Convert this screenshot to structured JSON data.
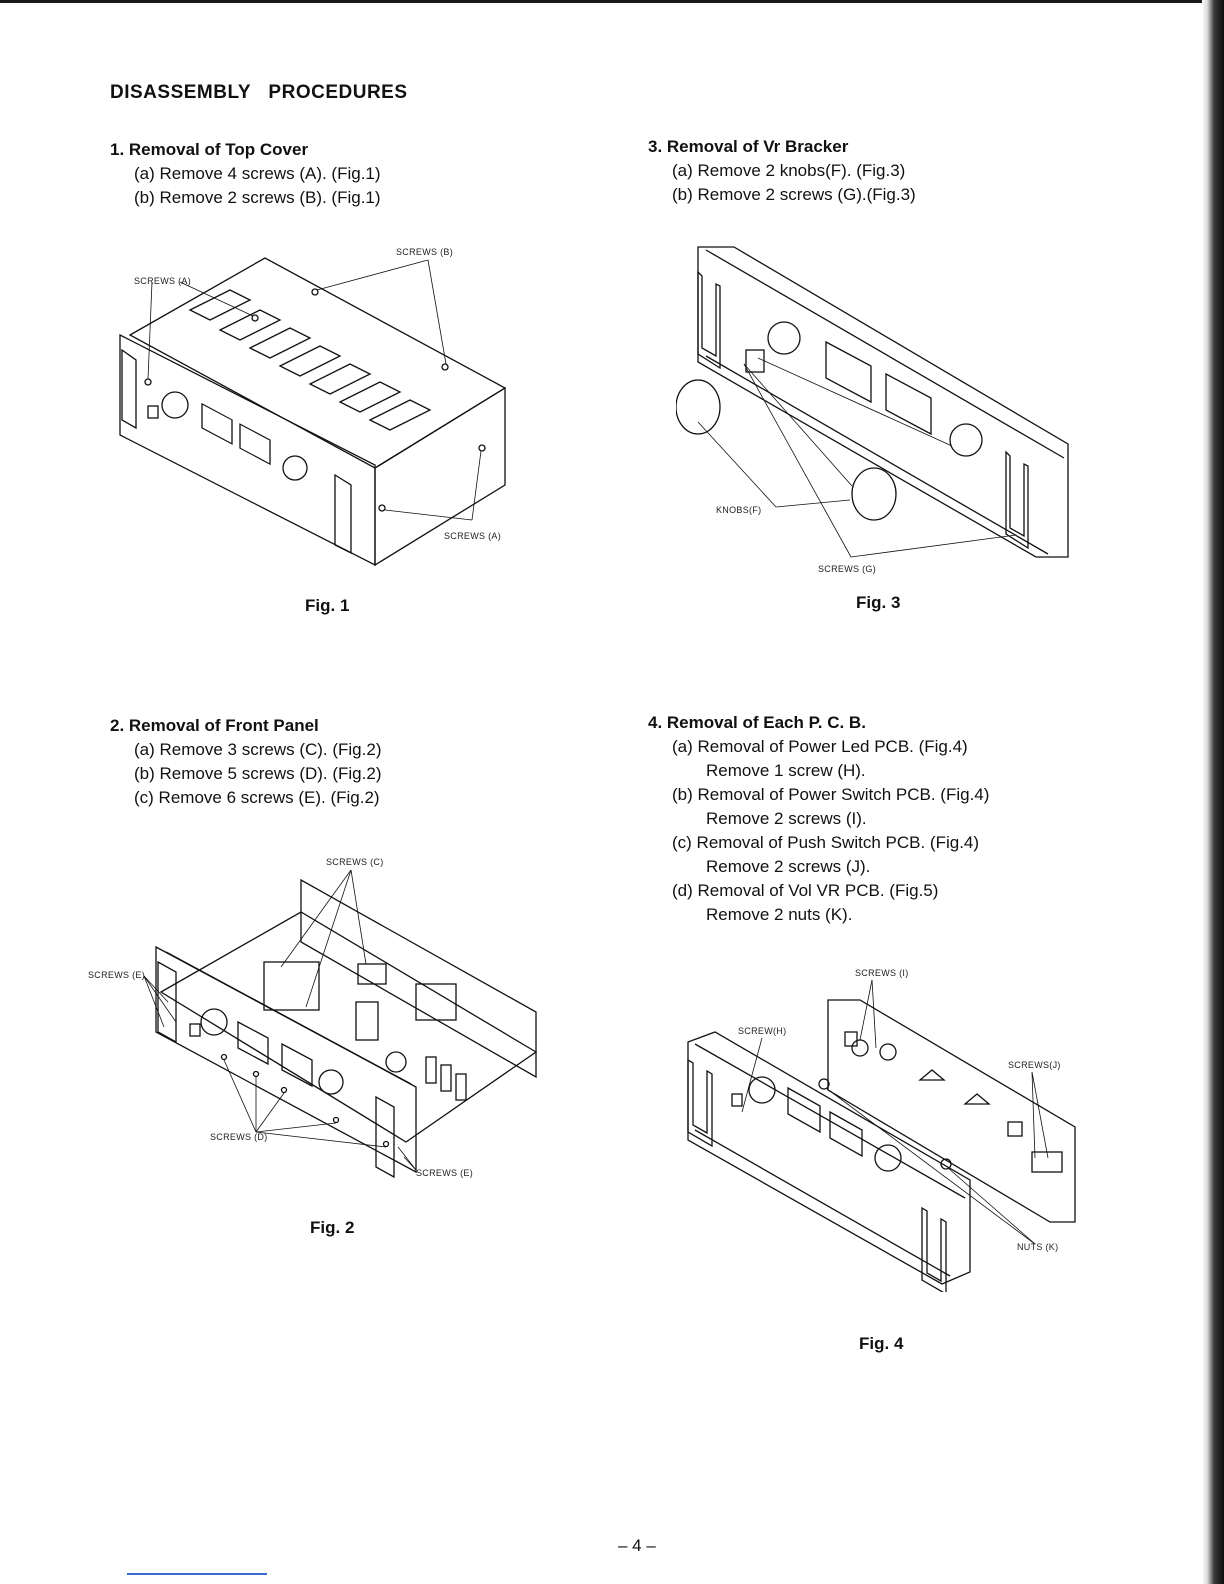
{
  "title": "DISASSEMBLY    PROCEDURES",
  "sections": [
    {
      "heading": "1. Removal of Top Cover",
      "steps": [
        "(a) Remove 4 screws (A). (Fig.1)",
        "(b) Remove 2 screws (B). (Fig.1)"
      ]
    },
    {
      "heading": "2. Removal of Front Panel",
      "steps": [
        "(a) Remove 3 screws (C). (Fig.2)",
        "(b) Remove 5 screws (D). (Fig.2)",
        "(c) Remove 6 screws (E). (Fig.2)"
      ]
    },
    {
      "heading": "3. Removal of Vr Bracker",
      "steps": [
        "(a) Remove 2 knobs(F). (Fig.3)",
        "(b) Remove 2 screws (G).(Fig.3)"
      ]
    },
    {
      "heading": "4. Removal of Each P. C. B.",
      "steps": [
        "(a) Removal of Power Led PCB. (Fig.4)",
        "Remove 1 screw (H).",
        "(b) Removal of Power Switch PCB. (Fig.4)",
        "Remove 2 screws (I).",
        "(c) Removal of Push Switch PCB. (Fig.4)",
        "Remove 2 screws (J).",
        "(d) Removal of Vol VR PCB. (Fig.5)",
        "Remove 2 nuts (K)."
      ]
    }
  ],
  "figures": {
    "fig1": {
      "caption": "Fig. 1",
      "callouts": [
        "SCREWS (A)",
        "SCREWS (B)",
        "SCREWS (A)"
      ]
    },
    "fig2": {
      "caption": "Fig. 2",
      "callouts": [
        "SCREWS (C)",
        "SCREWS (E)",
        "SCREWS (D)",
        "SCREWS (E)"
      ]
    },
    "fig3": {
      "caption": "Fig. 3",
      "callouts": [
        "KNOBS(F)",
        "SCREWS (G)"
      ]
    },
    "fig4": {
      "caption": "Fig. 4",
      "callouts": [
        "SCREWS (I)",
        "SCREW(H)",
        "SCREWS(J)",
        "NUTS (K)"
      ]
    }
  },
  "page_number": "– 4 –"
}
